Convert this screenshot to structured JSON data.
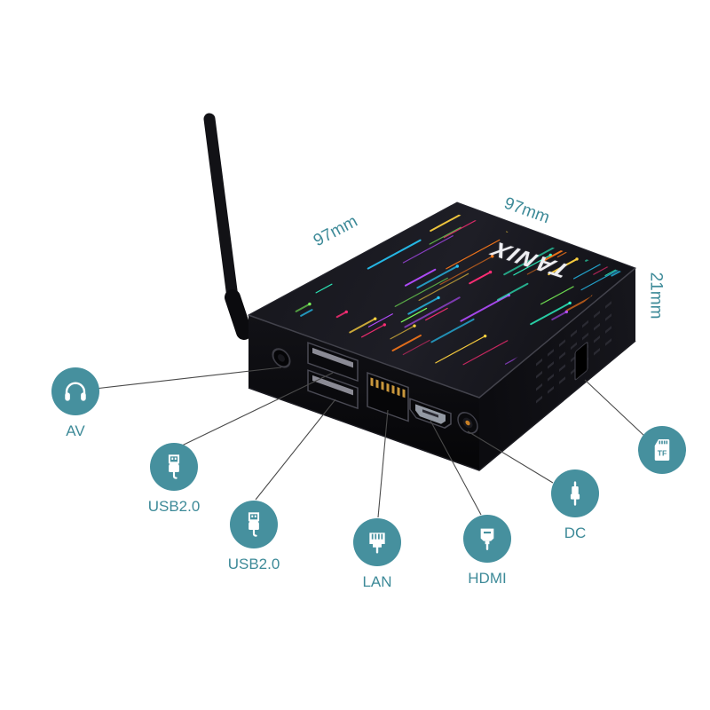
{
  "product": {
    "brand": "TANIX",
    "dimensions": {
      "left_edge": "97mm",
      "right_edge": "97mm",
      "height": "21mm"
    }
  },
  "callouts": [
    {
      "id": "av",
      "label": "AV",
      "icon": "headphones-icon"
    },
    {
      "id": "usb-1",
      "label": "USB2.0",
      "icon": "usb-plug-icon"
    },
    {
      "id": "usb-2",
      "label": "USB2.0",
      "icon": "usb-plug-icon"
    },
    {
      "id": "lan",
      "label": "LAN",
      "icon": "ethernet-plug-icon"
    },
    {
      "id": "hdmi",
      "label": "HDMI",
      "icon": "hdmi-plug-icon"
    },
    {
      "id": "dc",
      "label": "DC",
      "icon": "dc-power-plug-icon"
    },
    {
      "id": "tf",
      "label": "TF",
      "icon": "tf-card-icon"
    }
  ],
  "colors": {
    "accent_teal": "#46909E",
    "label_teal": "#3D8A98",
    "box_black": "#0d0d11",
    "background": "#ffffff",
    "streak_palette": [
      "#ff2d75",
      "#ffd23f",
      "#27c4f5",
      "#7dff5a",
      "#ff7a1a",
      "#b44cff",
      "#2dffc9"
    ]
  }
}
